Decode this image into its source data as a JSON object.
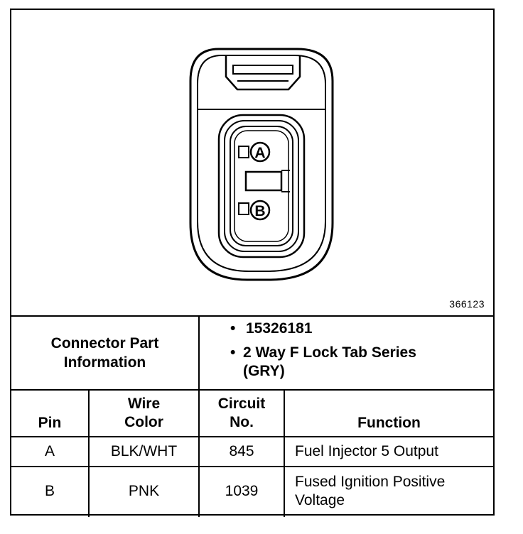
{
  "diagram": {
    "figure_id": "366123",
    "pin_labels": [
      "A",
      "B"
    ]
  },
  "connector_info": {
    "label": "Connector Part Information",
    "part_number": "15326181",
    "description": "2 Way F Lock Tab Series (GRY)"
  },
  "table": {
    "headers": {
      "pin": "Pin",
      "wire_color": "Wire Color",
      "circuit_no": "Circuit No.",
      "function": "Function"
    },
    "rows": [
      {
        "pin": "A",
        "wire_color": "BLK/WHT",
        "circuit_no": "845",
        "function": "Fuel Injector 5 Output"
      },
      {
        "pin": "B",
        "wire_color": "PNK",
        "circuit_no": "1039",
        "function": "Fused Ignition Positive Voltage"
      }
    ]
  }
}
